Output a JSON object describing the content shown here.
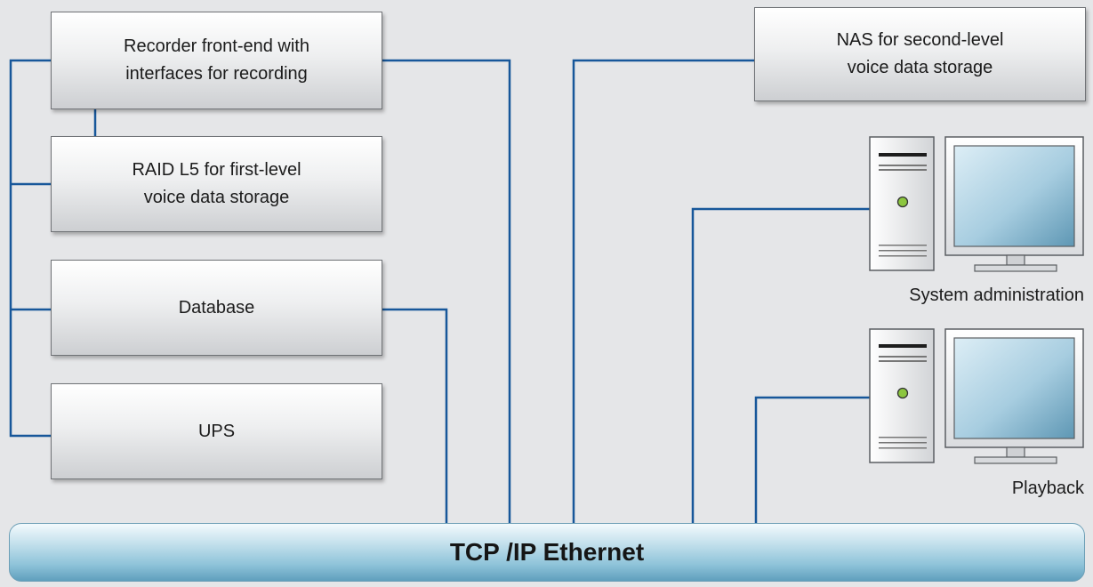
{
  "nodes": {
    "recorder": "Recorder front-end with\ninterfaces for recording",
    "raid": "RAID L5 for first-level\nvoice data storage",
    "database": "Database",
    "ups": "UPS",
    "nas": "NAS for second-level\nvoice data storage"
  },
  "workstations": {
    "admin_label": "System administration",
    "playback_label": "Playback"
  },
  "network": {
    "label": "TCP /IP Ethernet"
  },
  "colors": {
    "connector": "#17579a",
    "background": "#e5e6e8",
    "bus": "#8ec3d9"
  }
}
